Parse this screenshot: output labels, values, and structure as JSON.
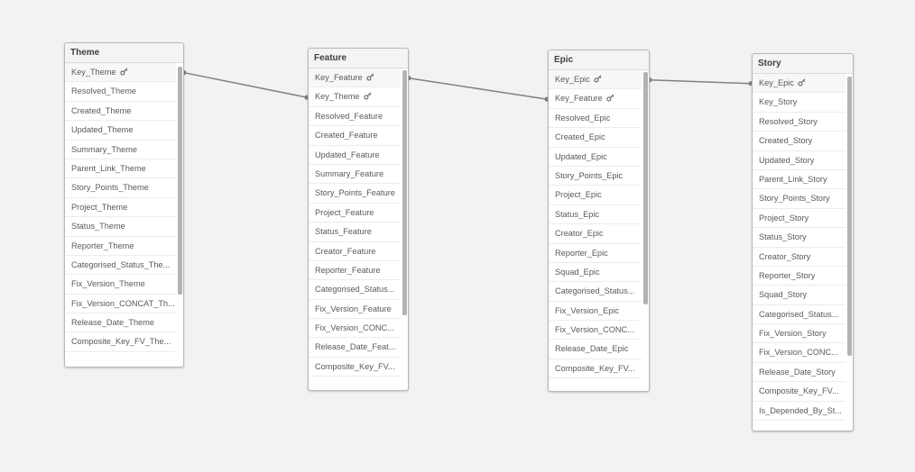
{
  "tables": [
    {
      "id": "theme",
      "title": "Theme",
      "fields": [
        {
          "name": "Key_Theme",
          "key": true
        },
        {
          "name": "Resolved_Theme",
          "key": false
        },
        {
          "name": "Created_Theme",
          "key": false
        },
        {
          "name": "Updated_Theme",
          "key": false
        },
        {
          "name": "Summary_Theme",
          "key": false
        },
        {
          "name": "Parent_Link_Theme",
          "key": false
        },
        {
          "name": "Story_Points_Theme",
          "key": false
        },
        {
          "name": "Project_Theme",
          "key": false
        },
        {
          "name": "Status_Theme",
          "key": false
        },
        {
          "name": "Reporter_Theme",
          "key": false
        },
        {
          "name": "Categorised_Status_The...",
          "key": false
        },
        {
          "name": "Fix_Version_Theme",
          "key": false
        },
        {
          "name": "Fix_Version_CONCAT_Th...",
          "key": false
        },
        {
          "name": "Release_Date_Theme",
          "key": false
        },
        {
          "name": "Composite_Key_FV_The...",
          "key": false
        }
      ]
    },
    {
      "id": "feature",
      "title": "Feature",
      "fields": [
        {
          "name": "Key_Feature",
          "key": true
        },
        {
          "name": "Key_Theme",
          "key": true
        },
        {
          "name": "Resolved_Feature",
          "key": false
        },
        {
          "name": "Created_Feature",
          "key": false
        },
        {
          "name": "Updated_Feature",
          "key": false
        },
        {
          "name": "Summary_Feature",
          "key": false
        },
        {
          "name": "Story_Points_Feature",
          "key": false
        },
        {
          "name": "Project_Feature",
          "key": false
        },
        {
          "name": "Status_Feature",
          "key": false
        },
        {
          "name": "Creator_Feature",
          "key": false
        },
        {
          "name": "Reporter_Feature",
          "key": false
        },
        {
          "name": "Categorised_Status...",
          "key": false
        },
        {
          "name": "Fix_Version_Feature",
          "key": false
        },
        {
          "name": "Fix_Version_CONC...",
          "key": false
        },
        {
          "name": "Release_Date_Feat...",
          "key": false
        },
        {
          "name": "Composite_Key_FV...",
          "key": false
        }
      ]
    },
    {
      "id": "epic",
      "title": "Epic",
      "fields": [
        {
          "name": "Key_Epic",
          "key": true
        },
        {
          "name": "Key_Feature",
          "key": true
        },
        {
          "name": "Resolved_Epic",
          "key": false
        },
        {
          "name": "Created_Epic",
          "key": false
        },
        {
          "name": "Updated_Epic",
          "key": false
        },
        {
          "name": "Story_Points_Epic",
          "key": false
        },
        {
          "name": "Project_Epic",
          "key": false
        },
        {
          "name": "Status_Epic",
          "key": false
        },
        {
          "name": "Creator_Epic",
          "key": false
        },
        {
          "name": "Reporter_Epic",
          "key": false
        },
        {
          "name": "Squad_Epic",
          "key": false
        },
        {
          "name": "Categorised_Status...",
          "key": false
        },
        {
          "name": "Fix_Version_Epic",
          "key": false
        },
        {
          "name": "Fix_Version_CONC...",
          "key": false
        },
        {
          "name": "Release_Date_Epic",
          "key": false
        },
        {
          "name": "Composite_Key_FV...",
          "key": false
        }
      ]
    },
    {
      "id": "story",
      "title": "Story",
      "fields": [
        {
          "name": "Key_Epic",
          "key": true
        },
        {
          "name": "Key_Story",
          "key": false
        },
        {
          "name": "Resolved_Story",
          "key": false
        },
        {
          "name": "Created_Story",
          "key": false
        },
        {
          "name": "Updated_Story",
          "key": false
        },
        {
          "name": "Parent_Link_Story",
          "key": false
        },
        {
          "name": "Story_Points_Story",
          "key": false
        },
        {
          "name": "Project_Story",
          "key": false
        },
        {
          "name": "Status_Story",
          "key": false
        },
        {
          "name": "Creator_Story",
          "key": false
        },
        {
          "name": "Reporter_Story",
          "key": false
        },
        {
          "name": "Squad_Story",
          "key": false
        },
        {
          "name": "Categorised_Status...",
          "key": false
        },
        {
          "name": "Fix_Version_Story",
          "key": false
        },
        {
          "name": "Fix_Version_CONC...",
          "key": false
        },
        {
          "name": "Release_Date_Story",
          "key": false
        },
        {
          "name": "Composite_Key_FV...",
          "key": false
        },
        {
          "name": "Is_Depended_By_St...",
          "key": false
        }
      ]
    }
  ],
  "links": [
    {
      "from_table": "theme",
      "from_field": "Key_Theme",
      "to_table": "feature",
      "to_field": "Key_Theme"
    },
    {
      "from_table": "feature",
      "from_field": "Key_Feature",
      "to_table": "epic",
      "to_field": "Key_Feature"
    },
    {
      "from_table": "epic",
      "from_field": "Key_Epic",
      "to_table": "story",
      "to_field": "Key_Epic"
    }
  ],
  "colors": {
    "canvas": "#f2f2f2",
    "link_line": "#808080",
    "key_icon": "#666666"
  }
}
